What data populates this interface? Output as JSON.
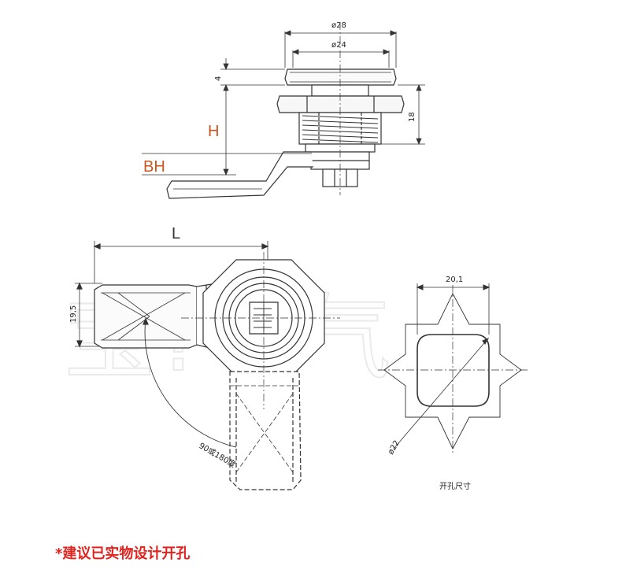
{
  "watermark": "宝?电气",
  "dimensions": {
    "outer_diameter": "ø28",
    "inner_diameter": "ø24",
    "head_height": "4",
    "body_height": "18",
    "tongue_width": "19,5",
    "hole_width": "20,1",
    "hole_diameter": "ø22",
    "rotation_note": "90或180度"
  },
  "labels": {
    "H": "H",
    "BH": "BH",
    "L": "L",
    "cutout_caption": "开孔尺寸"
  },
  "footer_note": "*建议已实物设计开孔",
  "colors": {
    "accent_label": "#c8581f",
    "note_red": "#e0231e",
    "line": "#333333"
  }
}
